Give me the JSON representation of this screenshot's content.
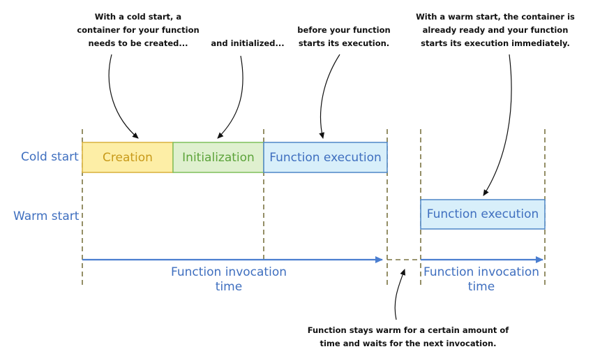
{
  "rows": {
    "cold": "Cold start",
    "warm": "Warm start"
  },
  "boxes": {
    "creation": "Creation",
    "initialization": "Initialization",
    "cold_execution": "Function execution",
    "warm_execution": "Function execution"
  },
  "time_labels": {
    "cold": [
      "Function invocation",
      "time"
    ],
    "warm": [
      "Function invocation",
      "time"
    ]
  },
  "annotations": {
    "cold_start": [
      "With a cold start, a",
      "container for your function",
      "needs to be created..."
    ],
    "initialized": [
      "and initialized..."
    ],
    "before_execution": [
      "before your function",
      "starts its execution."
    ],
    "warm_start": [
      "With a warm start, the container is",
      "already ready and your function",
      "starts its execution immediately."
    ],
    "stays_warm": [
      "Function stays warm for a certain amount of",
      "time and waits for the next invocation."
    ]
  },
  "colors": {
    "label_blue": "#3f6fbf",
    "creation_fill": "#fdeea6",
    "creation_stroke": "#d9b13b",
    "creation_text": "#c89a1a",
    "init_fill": "#dff0cf",
    "init_stroke": "#7fbf5a",
    "init_text": "#5ca33a",
    "exec_fill": "#d8effa",
    "exec_stroke": "#4d86c7",
    "exec_text": "#3f6fbf",
    "guide": "#7a7340",
    "arrow_blue": "#4a7ed0"
  }
}
